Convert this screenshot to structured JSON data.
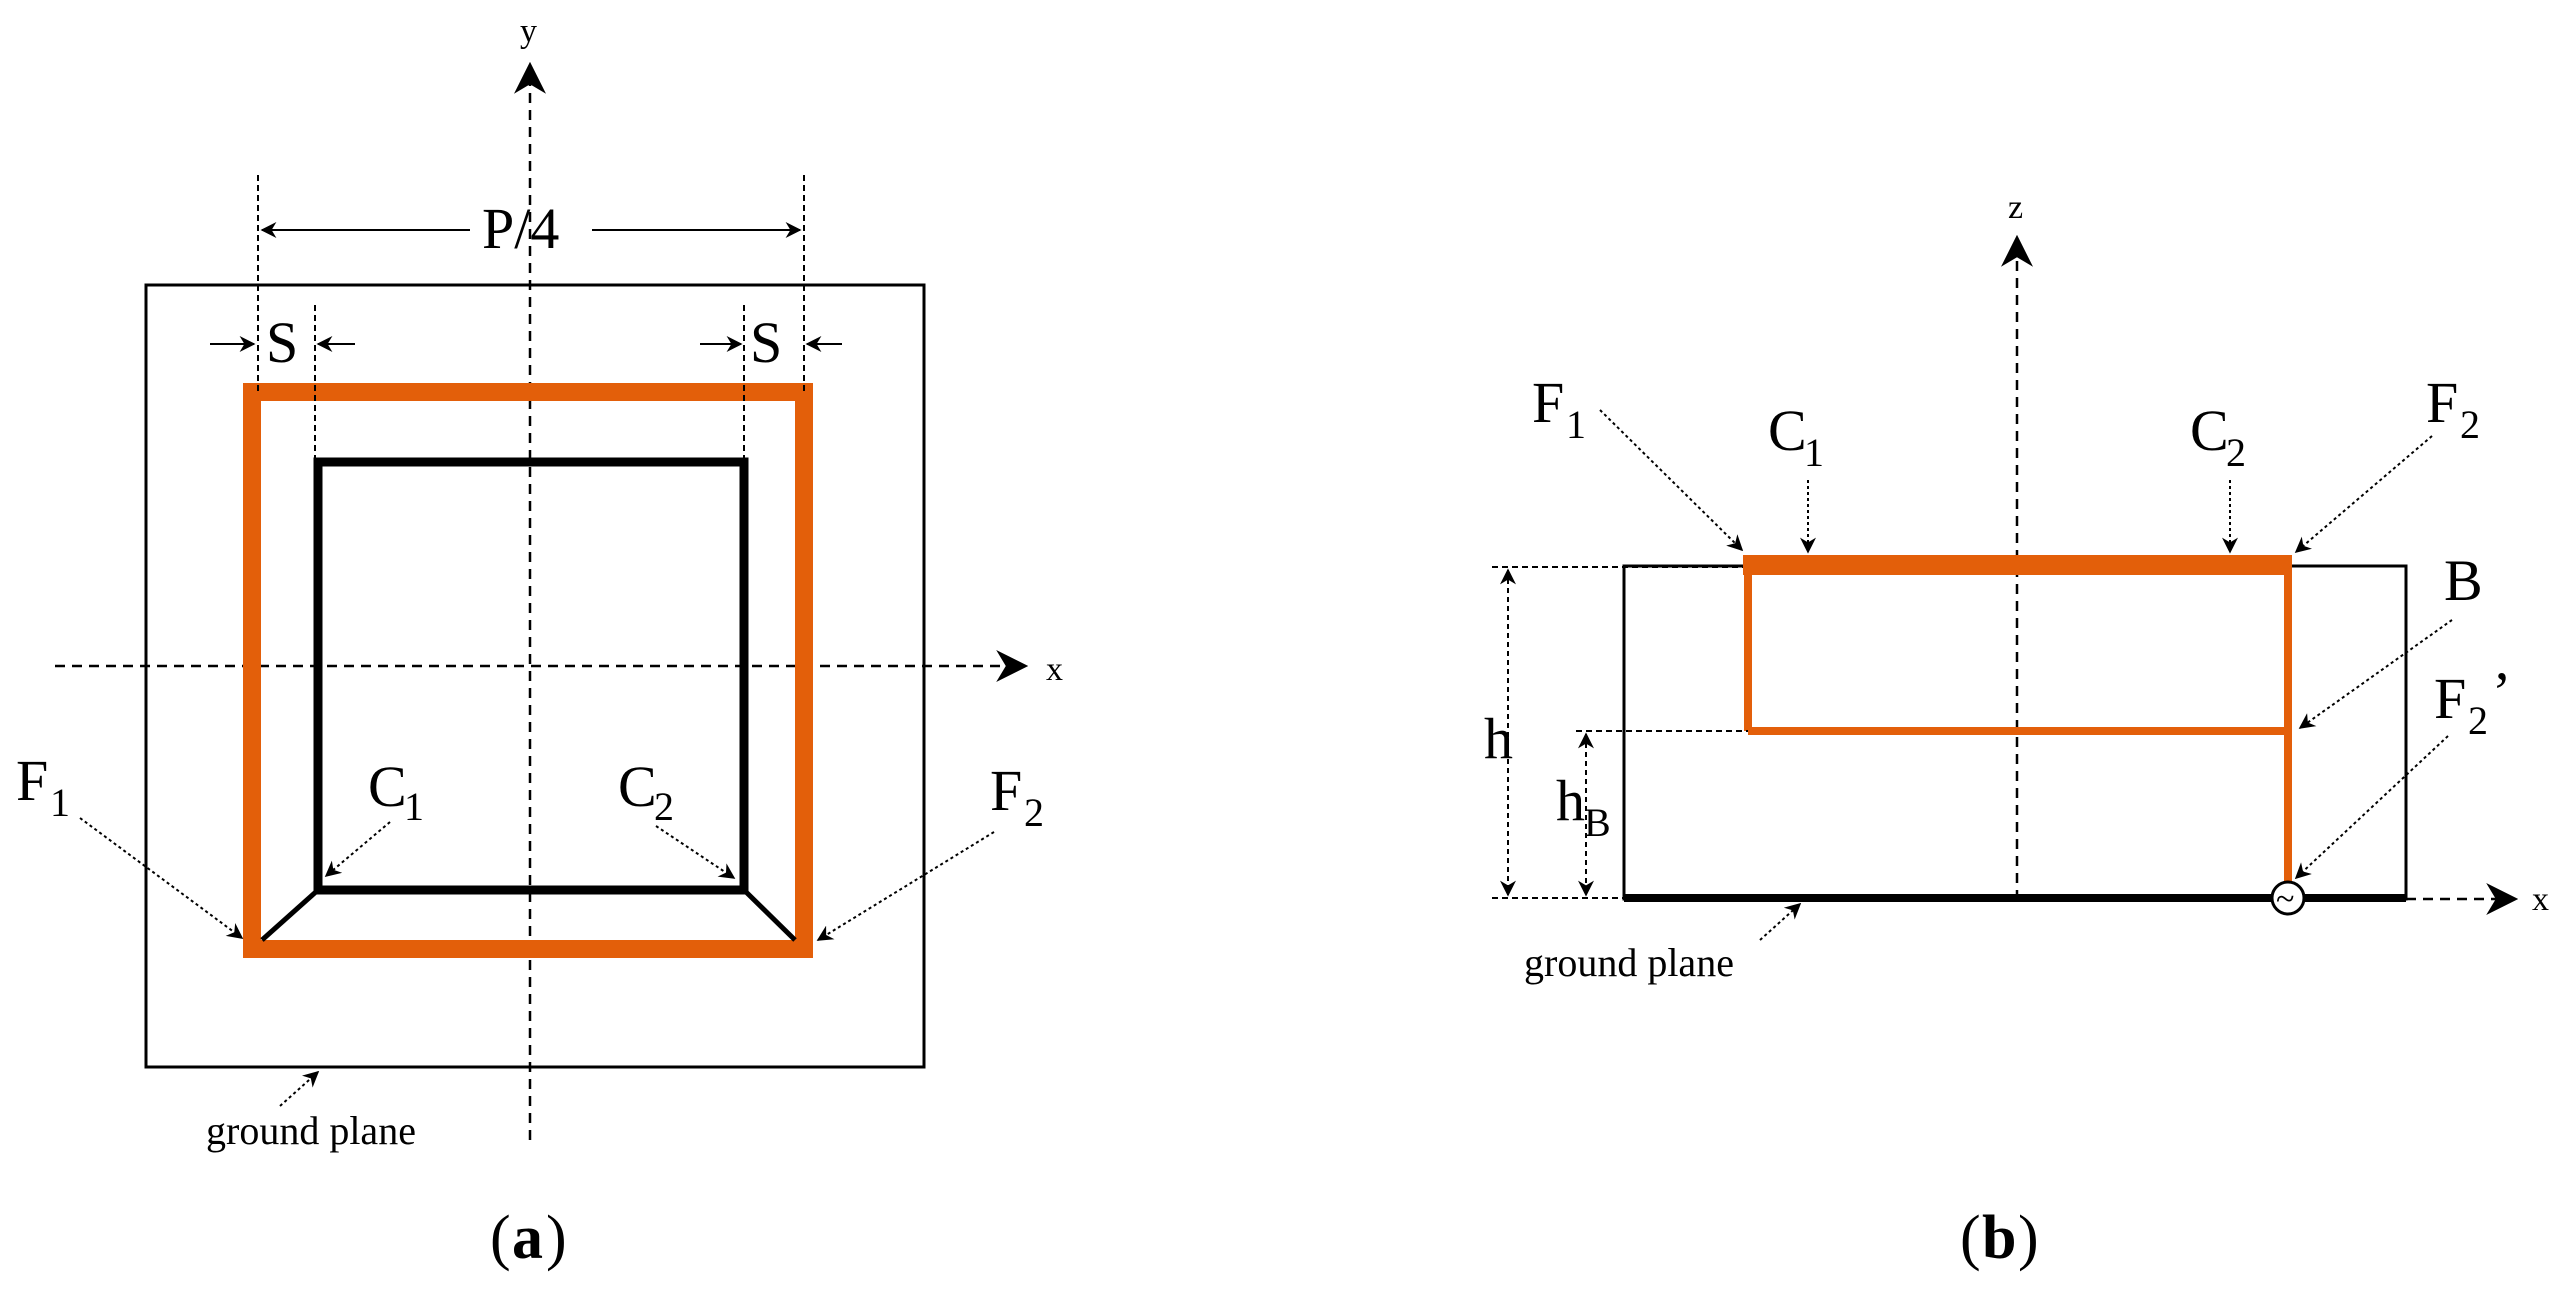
{
  "colors": {
    "orange": "#E35F0A",
    "black": "#000000",
    "background": "#FFFFFF"
  },
  "panel_a": {
    "caption_open": "(",
    "caption_letter": "a",
    "caption_close": ")",
    "axis_x": "x",
    "axis_y": "y",
    "dim_p": "P/4",
    "dim_s_left": "S",
    "dim_s_right": "S",
    "f1_main": "F",
    "f1_sub": "1",
    "f2_main": "F",
    "f2_sub": "2",
    "c1_main": "C",
    "c1_sub": "1",
    "c2_main": "C",
    "c2_sub": "2",
    "ground_plane": "ground plane"
  },
  "panel_b": {
    "caption_open": "(",
    "caption_letter": "b",
    "caption_close": ")",
    "axis_x": "x",
    "axis_z": "z",
    "f1_main": "F",
    "f1_sub": "1",
    "f2_main": "F",
    "f2_sub": "2",
    "f2p_main": "F",
    "f2p_sub": "2",
    "f2p_prime": "’",
    "c1_main": "C",
    "c1_sub": "1",
    "c2_main": "C",
    "c2_sub": "2",
    "b_label": "B",
    "h_label": "h",
    "hb_main": "h",
    "hb_sub": "B",
    "source_symbol": "~",
    "ground_plane": "ground plane"
  }
}
